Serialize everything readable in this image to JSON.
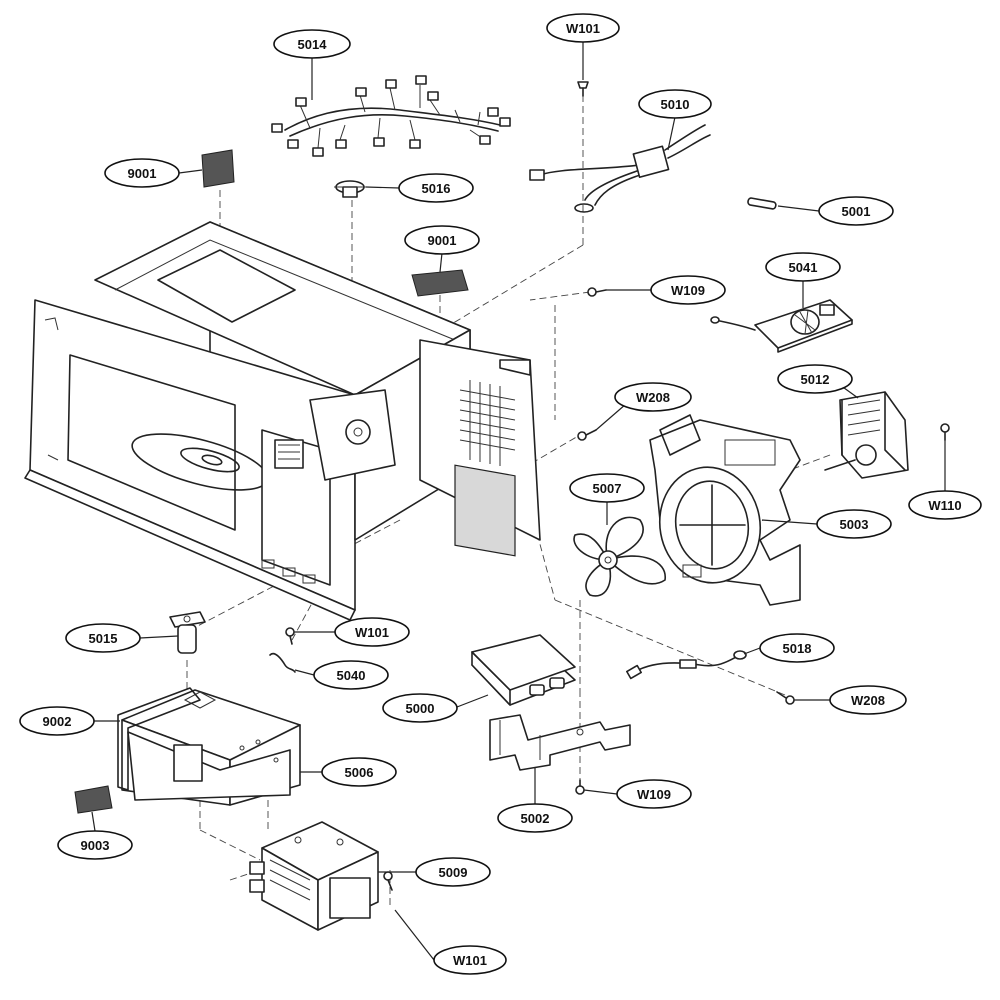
{
  "diagram": {
    "labels": {
      "5014": "5014",
      "W101_top": "W101",
      "5010": "5010",
      "9001_a": "9001",
      "5016": "5016",
      "5001": "5001",
      "9001_b": "9001",
      "W109_top": "W109",
      "5041": "5041",
      "5012": "5012",
      "W208_top": "W208",
      "5007": "5007",
      "5003": "5003",
      "W110": "W110",
      "5015": "5015",
      "W101_mid": "W101",
      "5040": "5040",
      "5018": "5018",
      "5000": "5000",
      "W208_bot": "W208",
      "9002": "9002",
      "5006": "5006",
      "W109_bot": "W109",
      "5002": "5002",
      "9003": "9003",
      "5009": "5009",
      "W101_bot": "W101"
    }
  }
}
